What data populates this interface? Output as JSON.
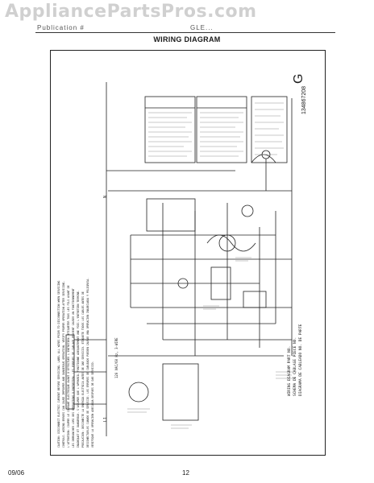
{
  "watermark": "AppliancePartsPros.com",
  "header": {
    "left": "Publication #",
    "right": "GLE..."
  },
  "page_title": "WIRING DIAGRAM",
  "diagram": {
    "caution_lines": [
      "CAUTION: DISCONNECT ELECTRIC CURRENT BEFORE SERVICING. LABEL ALL WIRES PRIOR TO DISCONNECTION WHEN SERVICING",
      "CONTROLS. WIRING ERRORS CAN CAUSE IMPROPER AND DANGEROUS OPERATION. VERIFY PROPER OPERATION AFTER SERVICING.",
      "L'ATTENTION: COUPER LE COURANT ELECTRIQUE AVANT D'EFFECTUER L'ENTRETIEN. ETIQUETER TOUS LES FILS AVANT DE",
      "LES DEBRANCHER LORS DES OPERATIONS D'ENTRETIEN. LES ERREURS DE CABLAGE PEUVENT CAUSER UN FONCTIONNEMENT",
      "INADEQUAT ET DANGEREUX. S'ASSURER QUE L'APPAREIL FONCTIONNE ADEQUATEMENT UNE FOIS L'ENTRETIEN TERMINE.",
      "PRECAUCION: DESCONECTE LA ENERGIA ELECTRICA ANTES DE DAR SERVICIO. ETIQUETE TODOS LOS CABLES ANTES DE",
      "DESCONECTARLOS CUANDO DE SERVICIO. LOS ERRORES DE CABLEADO PUEDEN CAUSAR UNA OPERACION INADECUADA Y PELIGROSA.",
      "VERIFIQUE LA OPERACION ADECUADA DESPUES DE DAR SERVICIO."
    ],
    "supply_label": "120 VAC/60 Hz, 3-WIRE",
    "wiring_diagram_part_lines": [
      "WIRING DIAGRAM PART NO.",
      "SCHEMA DE CABLAGE PIECE NO.",
      "DIAGRAMA DE CABLEADO NO. DE PARTE"
    ],
    "part_number": "134867208",
    "rev": "G",
    "neutral_label": "N",
    "line_label": "L1"
  },
  "footer": {
    "date": "09/06",
    "page": "12"
  }
}
